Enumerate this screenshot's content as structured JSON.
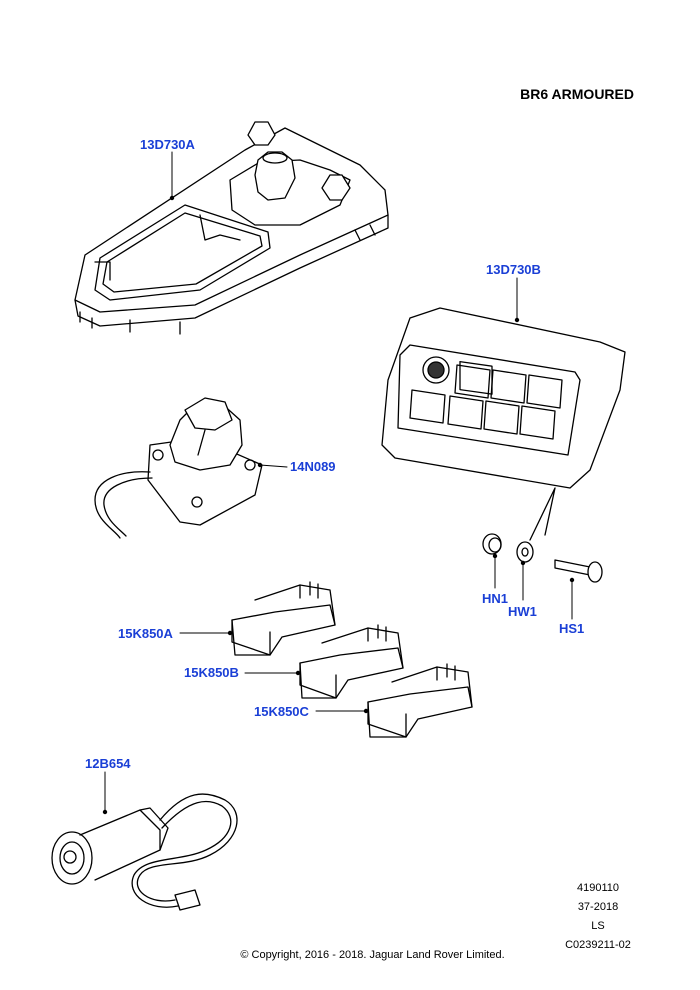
{
  "title": "BR6 ARMOURED",
  "callouts": {
    "c13D730A": "13D730A",
    "c13D730B": "13D730B",
    "c14N089": "14N089",
    "cHN1": "HN1",
    "cHW1": "HW1",
    "cHS1": "HS1",
    "c15K850A": "15K850A",
    "c15K850B": "15K850B",
    "c15K850C": "15K850C",
    "c12B654": "12B654"
  },
  "meta": {
    "line1": "4190110",
    "line2": "37-2018",
    "line3": "LS",
    "line4": "C0239211-02"
  },
  "copyright": "© Copyright, 2016 - 2018. Jaguar Land Rover Limited.",
  "colors": {
    "callout": "#1a3fd6",
    "line": "#000000"
  }
}
